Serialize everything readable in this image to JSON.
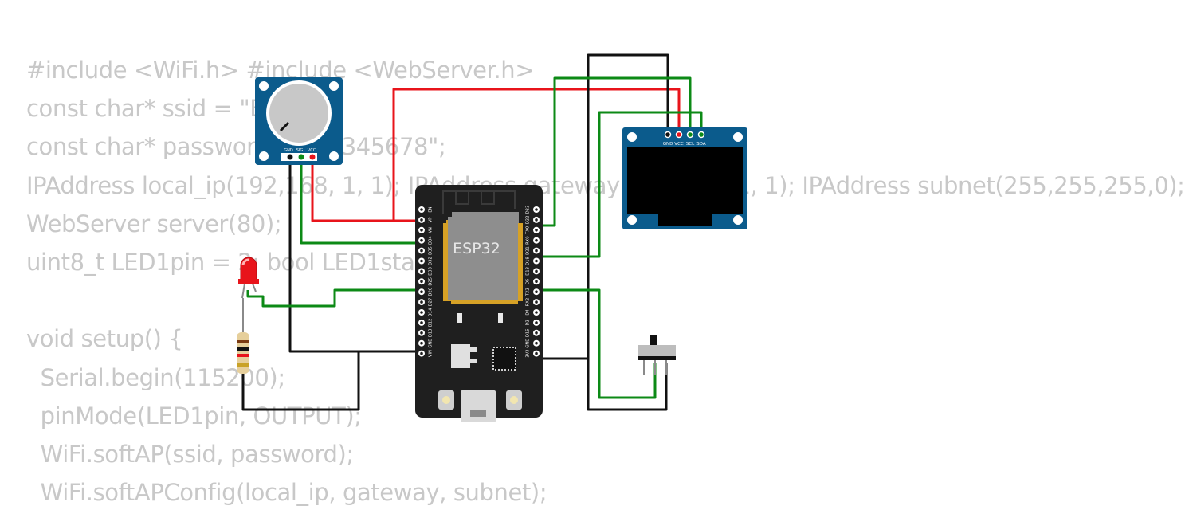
{
  "code_lines": [
    "#include <WiFi.h> #include <WebServer.h>",
    "const char* ssid = \"ESP32\";",
    "const char* password = \"12345678\";",
    "IPAddress local_ip(192,168, 1, 1); IPAddress gateway(192,168, 1, 1); IPAddress subnet(255,255,255,0);",
    "WebServer server(80);",
    "uint8_t LED1pin = 2; bool LED1status = LOW;",
    "",
    "void setup() {",
    "  Serial.begin(115200);",
    "  pinMode(LED1pin, OUTPUT);",
    "  WiFi.softAP(ssid, password);",
    "  WiFi.softAPConfig(local_ip, gateway, subnet);"
  ],
  "esp32": {
    "label": "ESP32",
    "left_pins": [
      "EN",
      "VP",
      "VN",
      "D34",
      "D35",
      "D32",
      "D33",
      "D25",
      "D26",
      "D27",
      "D14",
      "D12",
      "D13",
      "GND",
      "VIN"
    ],
    "right_pins": [
      "D23",
      "D22",
      "TX0",
      "RX0",
      "D21",
      "D19",
      "D18",
      "D5",
      "TX2",
      "RX2",
      "D4",
      "D2",
      "D15",
      "GND",
      "3V3"
    ]
  },
  "potentiometer": {
    "pins": [
      "GND",
      "SIG",
      "VCC"
    ]
  },
  "oled": {
    "pins": [
      "GND",
      "VCC",
      "SCL",
      "SDA"
    ]
  },
  "colors": {
    "background": "#ffffff",
    "code_text": "#c8c8c8",
    "wire_red": "#e8141b",
    "wire_green": "#0c8a16",
    "wire_black": "#111111",
    "board": "#1f1f1f",
    "module_blue": "#0b5b8c"
  }
}
